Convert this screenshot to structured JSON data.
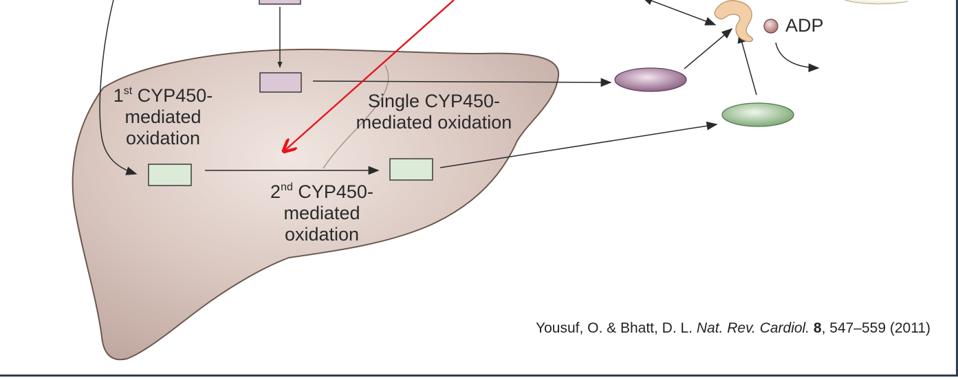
{
  "labels": {
    "first_oxidation": {
      "ordinal": "1",
      "suffix": "st",
      "line1_rest": " CYP450-",
      "line2": "mediated",
      "line3": "oxidation"
    },
    "single_oxidation": {
      "line1": "Single CYP450-",
      "line2": "mediated oxidation"
    },
    "second_oxidation": {
      "ordinal": "2",
      "suffix": "nd",
      "line1_rest": " CYP450-",
      "line2": "mediated",
      "line3": "oxidation"
    },
    "adp": "ADP"
  },
  "citation": {
    "authors": "Yousuf, O. & Bhatt, D. L.",
    "journal": "Nat. Rev. Cardiol.",
    "volume": "8",
    "pages_year": ", 547–559 (2011)"
  },
  "colors": {
    "liver_fill": "#cdb8b0",
    "liver_stroke": "#6b5850",
    "purple_box": "#dcc7d6",
    "green_box": "#dcebd8",
    "purple_ellipse": "#8c5f85",
    "green_ellipse": "#8fb588",
    "receptor": "#f2cfa6",
    "adp_dot": "#c99a98",
    "annotation_arrow": "#e8141c",
    "rule": "#2c3e50"
  }
}
